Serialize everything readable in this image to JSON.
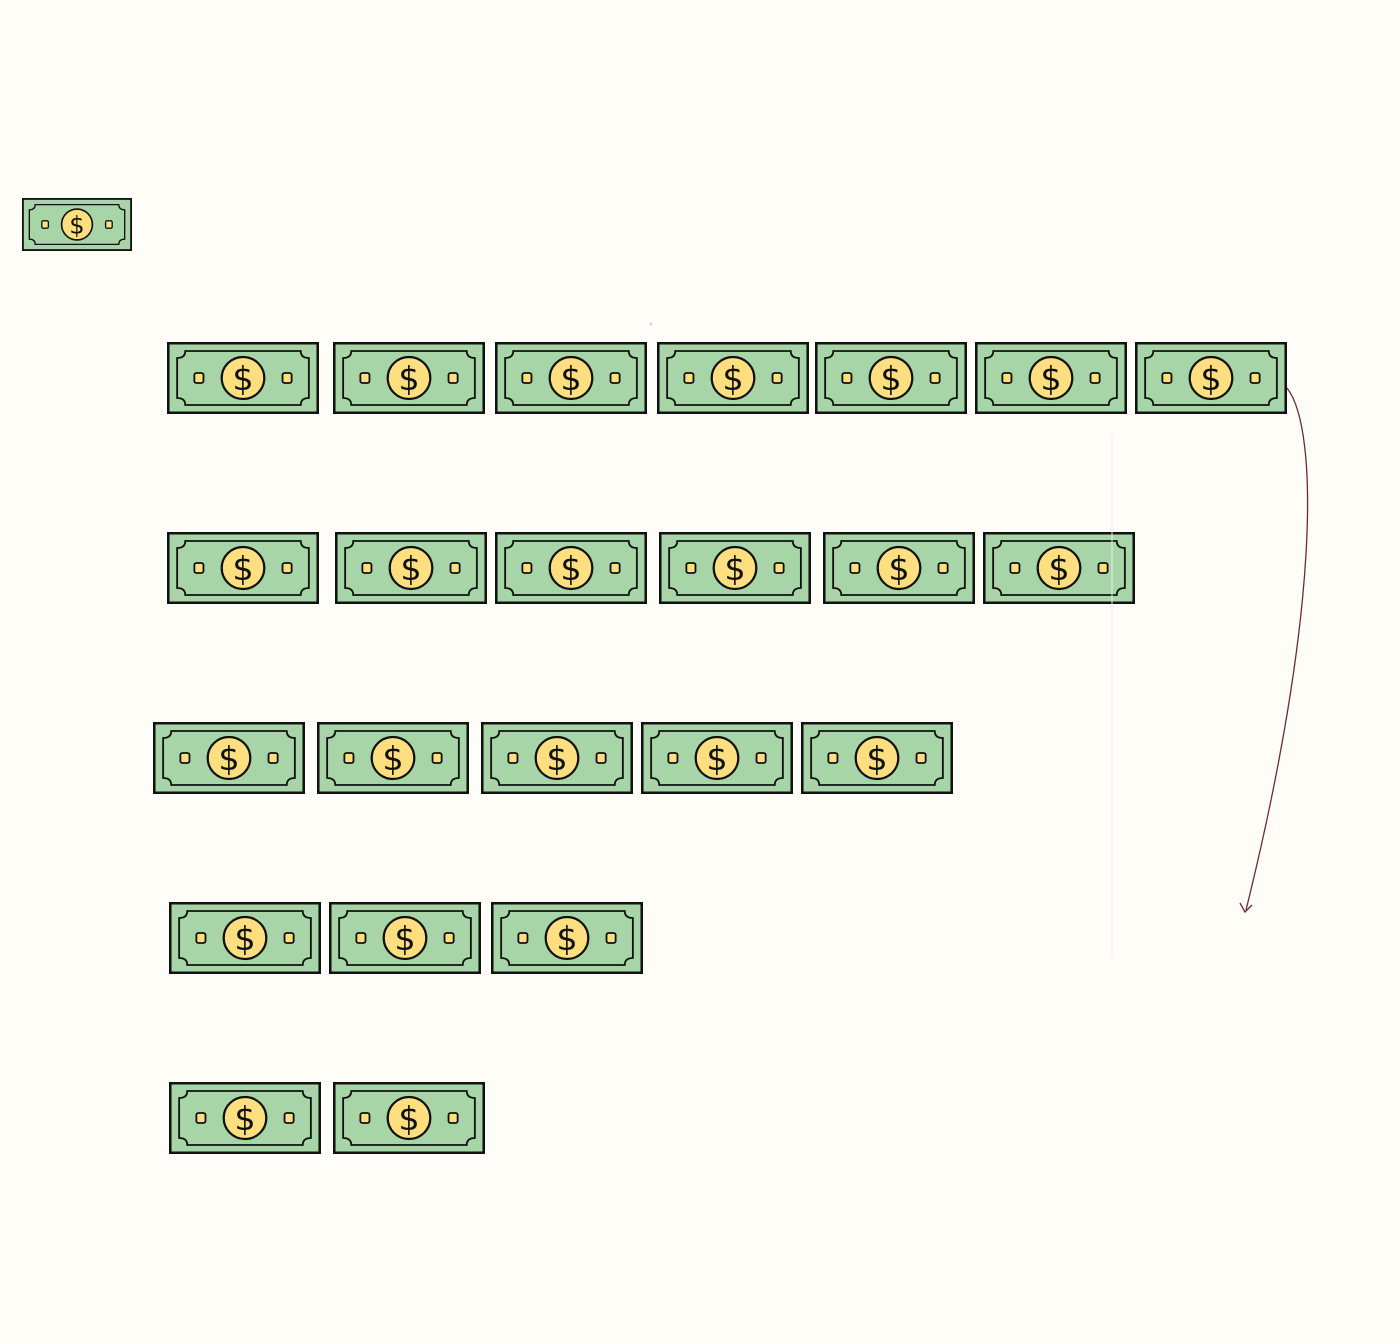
{
  "colors": {
    "background": "#fffdf8",
    "bill_green": "#a7d5a7",
    "coin_yellow": "#fedf80",
    "outline": "#111111",
    "arrow": "#6b2a33",
    "guide_line": "#ececec"
  },
  "icon": "dollar-bill-icon",
  "sample": {
    "symbol": "$"
  },
  "rows": [
    {
      "count": 7,
      "symbol": "$"
    },
    {
      "count": 6,
      "symbol": "$"
    },
    {
      "count": 5,
      "symbol": "$"
    },
    {
      "count": 3,
      "symbol": "$"
    },
    {
      "count": 2,
      "symbol": "$"
    }
  ]
}
